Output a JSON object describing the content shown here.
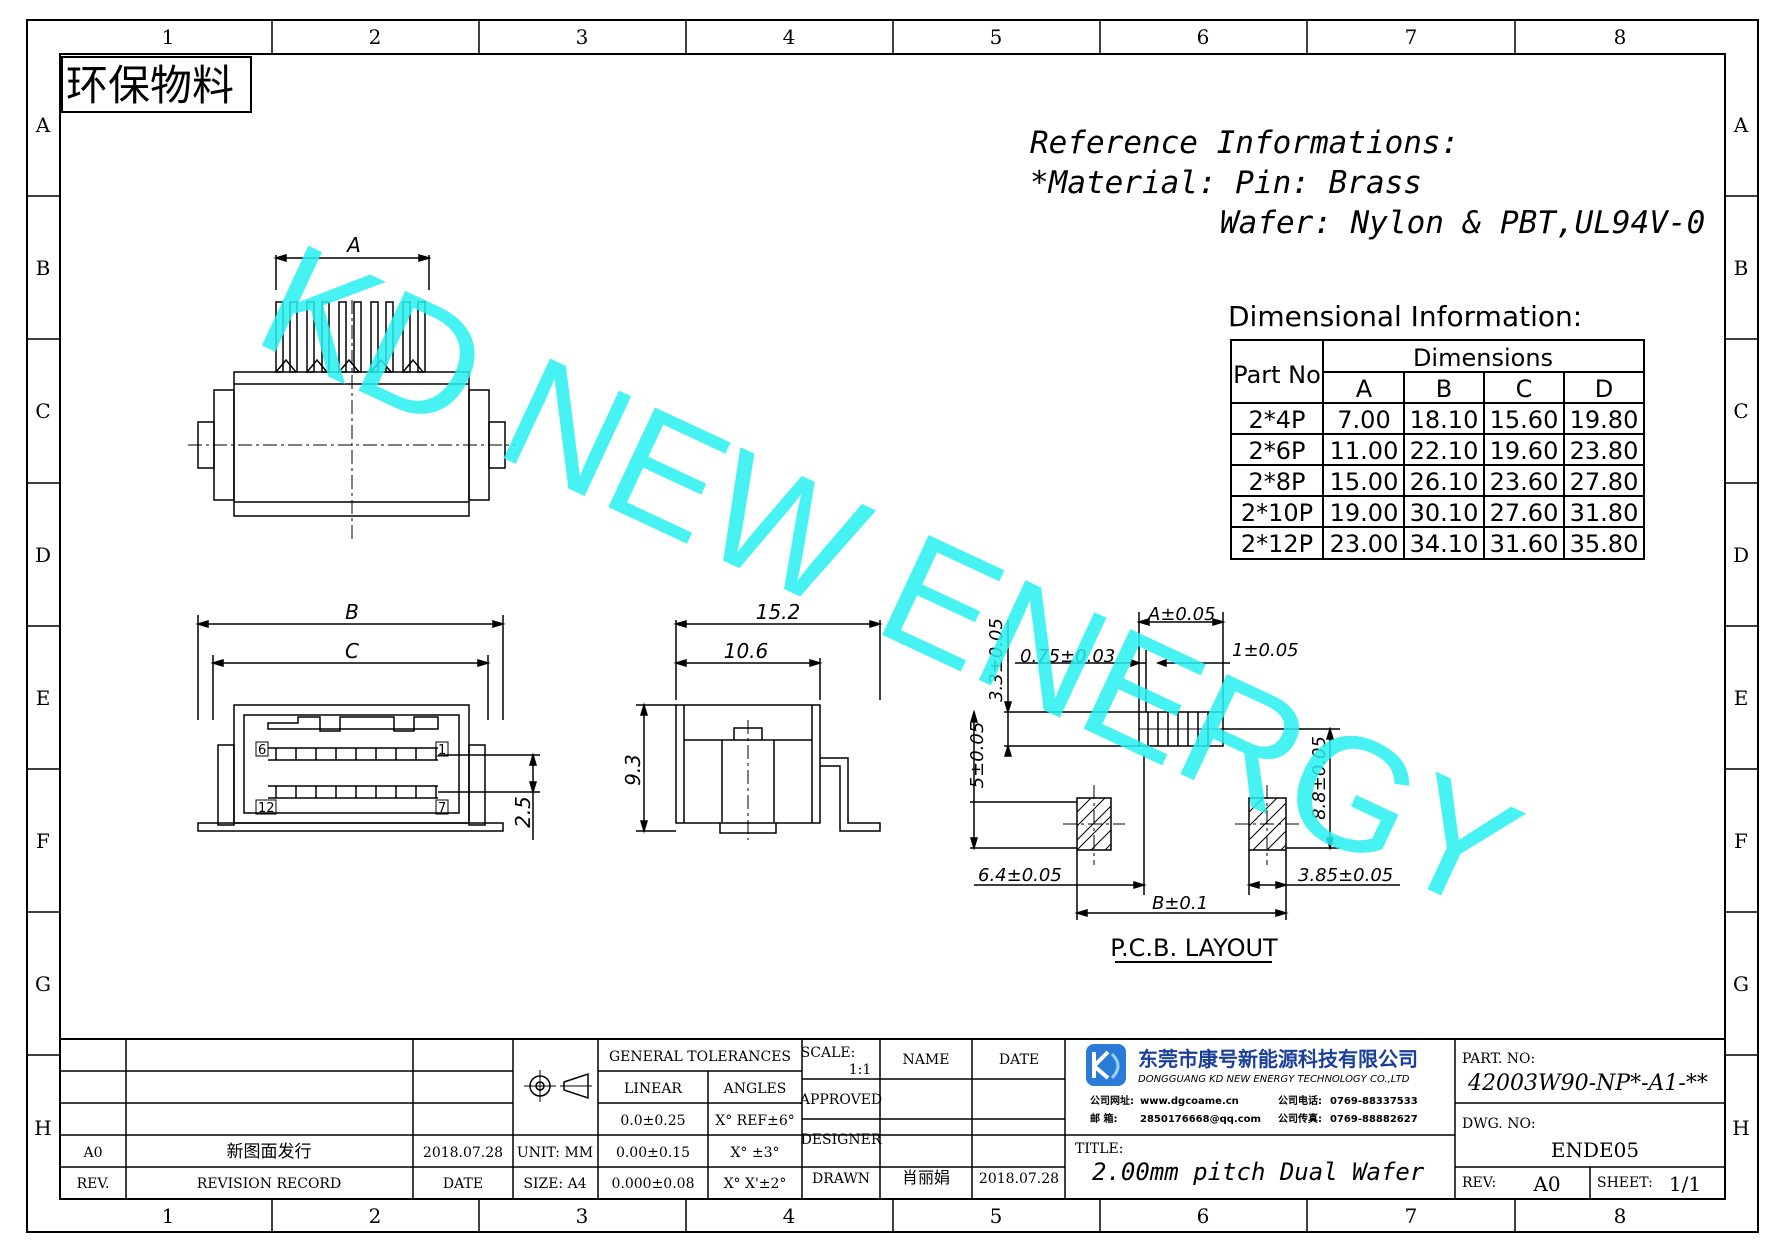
{
  "frame": {
    "columns": [
      "1",
      "2",
      "3",
      "4",
      "5",
      "6",
      "7",
      "8"
    ],
    "rows": [
      "A",
      "B",
      "C",
      "D",
      "E",
      "F",
      "G",
      "H"
    ]
  },
  "eco_stamp": "环保物料",
  "watermark": "KD NEW ENERGY",
  "reference": {
    "title": "Reference Informations:",
    "material_line": "*Material: Pin: Brass",
    "wafer_line": "Wafer: Nylon & PBT,UL94V-0"
  },
  "dimensional": {
    "title": "Dimensional  Information:",
    "part_no_header": "Part  No",
    "dimensions_header": "Dimensions",
    "columns": [
      "A",
      "B",
      "C",
      "D"
    ],
    "rows": [
      {
        "part": "2*4P",
        "A": "7.00",
        "B": "18.10",
        "C": "15.60",
        "D": "19.80"
      },
      {
        "part": "2*6P",
        "A": "11.00",
        "B": "22.10",
        "C": "19.60",
        "D": "23.80"
      },
      {
        "part": "2*8P",
        "A": "15.00",
        "B": "26.10",
        "C": "23.60",
        "D": "27.80"
      },
      {
        "part": "2*10P",
        "A": "19.00",
        "B": "30.10",
        "C": "27.60",
        "D": "31.80"
      },
      {
        "part": "2*12P",
        "A": "23.00",
        "B": "34.10",
        "C": "31.60",
        "D": "35.80"
      }
    ]
  },
  "views": {
    "top_dim_a": "A",
    "front_dim_b": "B",
    "front_dim_c": "C",
    "front_dim_25": "2.5",
    "pin_6": "6",
    "pin_1": "1",
    "pin_12": "12",
    "pin_7": "7",
    "side_dim_152": "15.2",
    "side_dim_106": "10.6",
    "side_dim_93": "9.3"
  },
  "pcb": {
    "dim_a005": "A±0.05",
    "dim_075": "0.75±0.03",
    "dim_1": "1±0.05",
    "dim_33": "3.3±0.05",
    "dim_5": "5±0.05",
    "dim_88": "8.8±0.05",
    "dim_64": "6.4±0.05",
    "dim_385": "3.85±0.05",
    "dim_b01": "B±0.1",
    "label": "P.C.B.  LAYOUT"
  },
  "title_block": {
    "rev_row_rev": "A0",
    "rev_row_record": "新图面发行",
    "rev_row_date": "2018.07.28",
    "rev_header": "REV.",
    "record_header": "REVISION RECORD",
    "date_header": "DATE",
    "unit": "UNIT: MM",
    "size": "SIZE: A4",
    "general_tolerances": "GENERAL TOLERANCES",
    "linear": "LINEAR",
    "angles": "ANGLES",
    "tol_1_linear": "0.0±0.25",
    "tol_1_angle": "X° REF±6°",
    "tol_2_linear": "0.00±0.15",
    "tol_2_angle": "X° ±3°",
    "tol_3_linear": "0.000±0.08",
    "tol_3_angle": "X° X'±2°",
    "scale_label": "SCALE:",
    "scale_value": "1:1",
    "name_header": "NAME",
    "date_col_header": "DATE",
    "approved": "APPROVED",
    "designer": "DESIGNER",
    "drawn": "DRAWN",
    "drawn_name": "肖丽娟",
    "drawn_date": "2018.07.28",
    "company_cn": "东莞市康号新能源科技有限公司",
    "company_en": "DONGGUANG KD NEW ENERGY TECHNOLOGY CO.,LTD",
    "website_label": "公司网址:",
    "website": "www.dgcoame.cn",
    "phone_label": "公司电话:",
    "phone": "0769-88337533",
    "email_label": "邮    箱:",
    "email": "2850176668@qq.com",
    "fax_label": "公司传真:",
    "fax": "0769-88882627",
    "title_label": "TITLE:",
    "title_value": "2.00mm pitch Dual Wafer",
    "part_no_label": "PART. NO:",
    "part_no_value": "42003W90-NP*-A1-**",
    "dwg_no_label": "DWG. NO:",
    "dwg_no_value": "ENDE05",
    "rev_label": "REV:",
    "rev_value": "A0",
    "sheet_label": "SHEET:",
    "sheet_value": "1/1"
  }
}
